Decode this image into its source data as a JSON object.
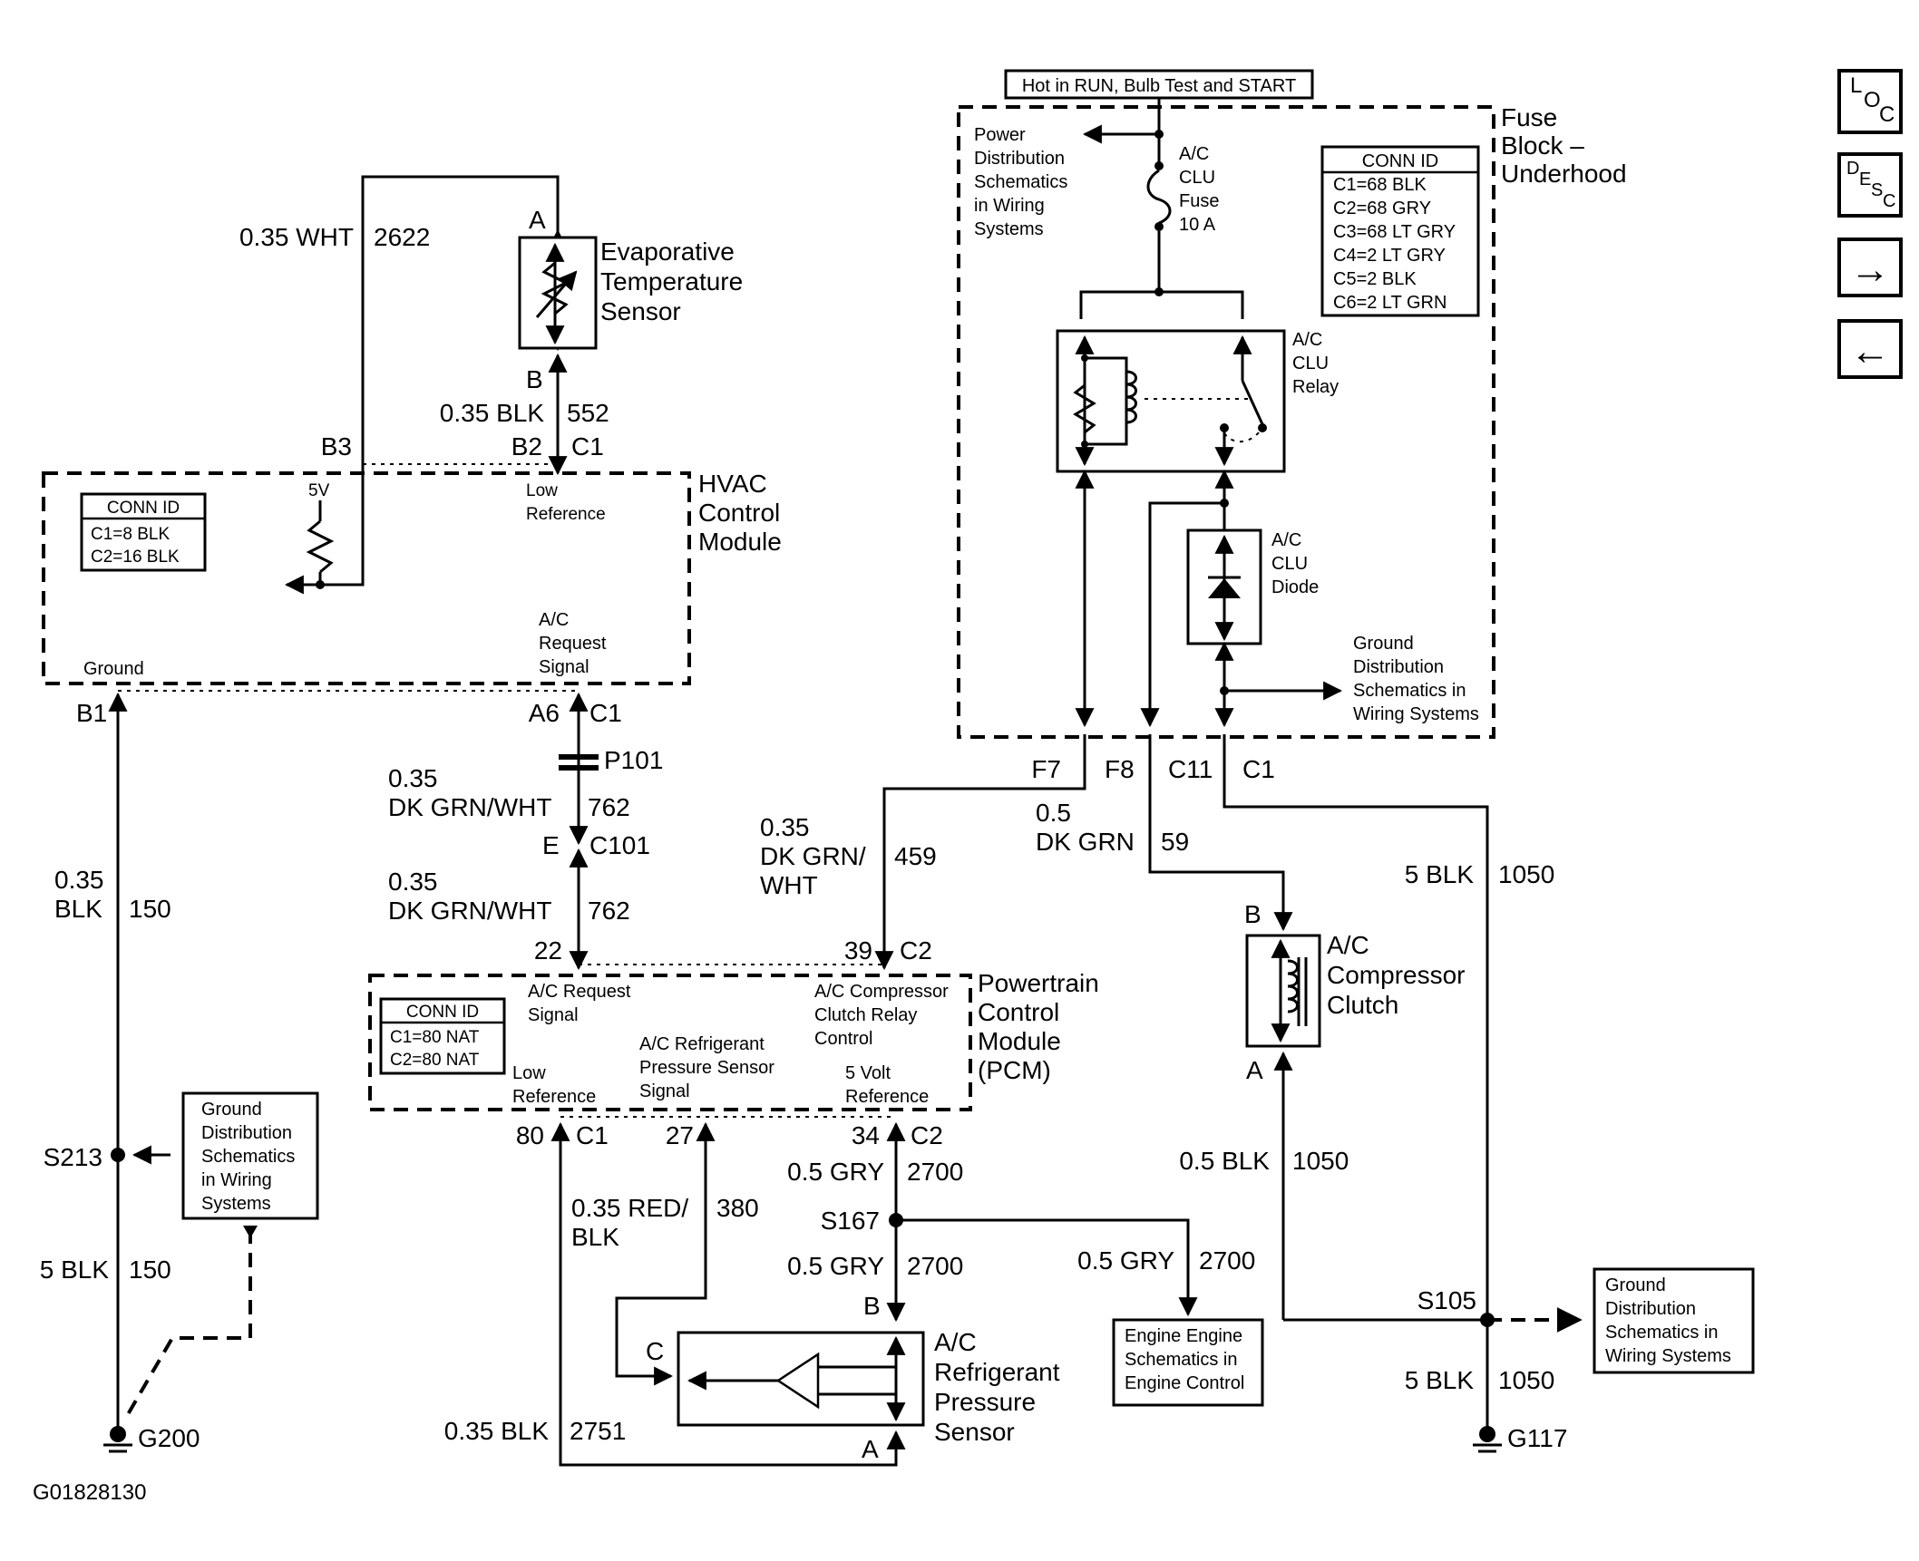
{
  "power": {
    "hot_label": "Hot in RUN, Bulb Test and START"
  },
  "fuse_block": {
    "title": [
      "Fuse",
      "Block –",
      "Underhood"
    ],
    "conn_id": {
      "header": "CONN ID",
      "rows": [
        "C1=68 BLK",
        "C2=68 GRY",
        "C3=68 LT GRY",
        "C4=2 LT GRY",
        "C5=2 BLK",
        "C6=2 LT GRN"
      ]
    },
    "power_dist_ref": [
      "Power",
      "Distribution",
      "Schematics",
      "in Wiring",
      "Systems"
    ],
    "fuse_label": [
      "A/C",
      "CLU",
      "Fuse",
      "10 A"
    ],
    "relay_label": [
      "A/C",
      "CLU",
      "Relay"
    ],
    "diode_label": [
      "A/C",
      "CLU",
      "Diode"
    ],
    "ground_ref": [
      "Ground",
      "Distribution",
      "Schematics in",
      "Wiring Systems"
    ],
    "pins": {
      "f7": "F7",
      "f8": "F8",
      "c11": "C11",
      "c1": "C1"
    }
  },
  "evap_sensor": {
    "label": [
      "Evaporative",
      "Temperature",
      "Sensor"
    ],
    "pin_a": "A",
    "pin_b": "B",
    "wire_top": {
      "gauge": "0.35 WHT",
      "circuit": "2622"
    },
    "wire_bottom": {
      "gauge": "0.35 BLK",
      "circuit": "552"
    }
  },
  "hvac": {
    "title": [
      "HVAC",
      "Control",
      "Module"
    ],
    "conn_id": {
      "header": "CONN ID",
      "rows": [
        "C1=8 BLK",
        "C2=16 BLK"
      ]
    },
    "pins": {
      "b3": "B3",
      "b2": "B2",
      "c1": "C1",
      "b1": "B1",
      "a6": "A6",
      "a6_conn": "C1"
    },
    "v5": "5V",
    "low_ref": [
      "Low",
      "Reference"
    ],
    "ground": "Ground",
    "ac_request": [
      "A/C",
      "Request",
      "Signal"
    ]
  },
  "p101": "P101",
  "c101": {
    "pin": "E",
    "connector": "C101"
  },
  "wire_762_top": {
    "gauge": [
      "0.35",
      "DK GRN/WHT"
    ],
    "circuit": "762"
  },
  "wire_762_bottom": {
    "gauge": [
      "0.35",
      "DK GRN/WHT"
    ],
    "circuit": "762"
  },
  "wire_459": {
    "gauge": [
      "0.35",
      "DK GRN/",
      "WHT"
    ],
    "circuit": "459"
  },
  "wire_59": {
    "gauge": [
      "0.5",
      "DK GRN"
    ],
    "circuit": "59"
  },
  "wire_1050_top": {
    "gauge": "5 BLK",
    "circuit": "1050"
  },
  "wire_1050_mid": {
    "gauge": "0.5 BLK",
    "circuit": "1050"
  },
  "wire_1050_bottom": {
    "gauge": "5 BLK",
    "circuit": "1050"
  },
  "wire_150_top": {
    "gauge": [
      "0.35",
      "BLK"
    ],
    "circuit": "150"
  },
  "wire_150_bottom": {
    "gauge": "5 BLK",
    "circuit": "150"
  },
  "pcm": {
    "title": [
      "Powertrain",
      "Control",
      "Module",
      "(PCM)"
    ],
    "conn_id": {
      "header": "CONN ID",
      "rows": [
        "C1=80 NAT",
        "C2=80 NAT"
      ]
    },
    "pins": {
      "p22": "22",
      "p39": "39",
      "c2_top": "C2",
      "p80": "80",
      "c1": "C1",
      "p27": "27",
      "p34": "34",
      "c2_bottom": "C2"
    },
    "ac_request": [
      "A/C Request",
      "Signal"
    ],
    "compressor_relay": [
      "A/C Compressor",
      "Clutch Relay",
      "Control"
    ],
    "low_ref": [
      "Low",
      "Reference"
    ],
    "pressure_signal": [
      "A/C Refrigerant",
      "Pressure Sensor",
      "Signal"
    ],
    "v5_ref": [
      "5 Volt",
      "Reference"
    ]
  },
  "compressor": {
    "label": [
      "A/C",
      "Compressor",
      "Clutch"
    ],
    "pin_b": "B",
    "pin_a": "A"
  },
  "s213": "S213",
  "ground_ref_left": [
    "Ground",
    "Distribution",
    "Schematics",
    "in Wiring",
    "Systems"
  ],
  "g200": "G200",
  "wire_2700_a": {
    "gauge": "0.5 GRY",
    "circuit": "2700"
  },
  "wire_2700_b": {
    "gauge": "0.5 GRY",
    "circuit": "2700"
  },
  "wire_2700_c": {
    "gauge": "0.5 GRY",
    "circuit": "2700"
  },
  "s167": "S167",
  "wire_380": {
    "gauge": [
      "0.35 RED/",
      "BLK"
    ],
    "circuit": "380"
  },
  "wire_2751": {
    "gauge": "0.35 BLK",
    "circuit": "2751"
  },
  "pressure_sensor": {
    "label": [
      "A/C",
      "Refrigerant",
      "Pressure",
      "Sensor"
    ],
    "pin_b": "B",
    "pin_c": "C",
    "pin_a": "A"
  },
  "engine_ref": [
    "Engine Engine",
    "Schematics in",
    "Engine Control"
  ],
  "s105": "S105",
  "ground_ref_right": [
    "Ground",
    "Distribution",
    "Schematics in",
    "Wiring Systems"
  ],
  "g117": "G117",
  "figure_id": "G01828130",
  "nav": {
    "loc": [
      "L",
      "O",
      "C"
    ],
    "desc": [
      "D",
      "E",
      "S",
      "C"
    ],
    "forward": "→",
    "back": "←"
  }
}
